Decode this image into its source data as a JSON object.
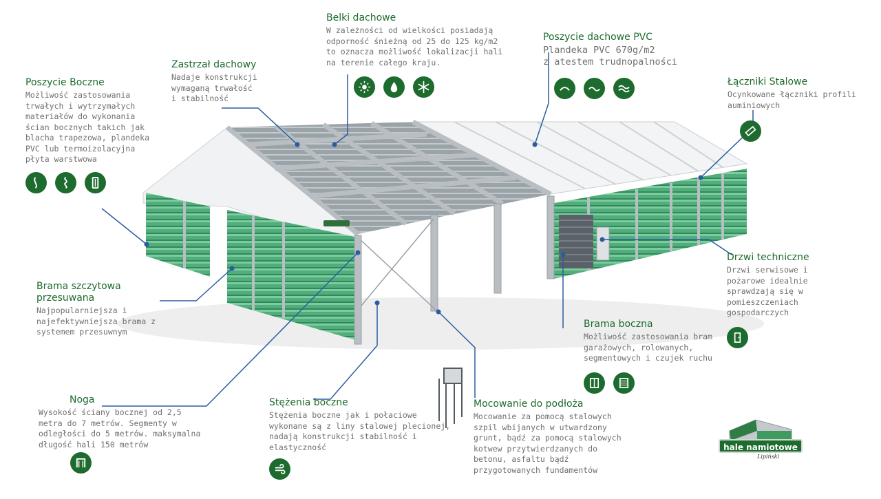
{
  "annotations": {
    "poszycie_boczne": {
      "title": "Poszycie Boczne",
      "desc": "Możliwość zastosowania\ntrwałych i wytrzymałych\nmateriałów do wykonania\nścian bocznych takich jak\nblacha trapezowa, plandeka\nPVC lub termoizolacyjna\npłyta warstwowa",
      "icons": [
        "sinus-wave-icon",
        "spring-icon",
        "sandwich-panel-icon"
      ]
    },
    "zastrzal": {
      "title": "Zastrzał dachowy",
      "desc": "Nadaje konstrukcji\nwymaganą trwałość\ni stabilność"
    },
    "belki": {
      "title": "Belki dachowe",
      "desc": "W zależności od wielkości posiadają\nodporność śnieżną od 25 do 125 kg/m2\nto oznacza możliwość lokalizacji hali\nna terenie całego kraju.",
      "icons": [
        "sun-icon",
        "water-drop-icon",
        "snowflake-icon"
      ]
    },
    "poszycie_dachowe": {
      "title": "Poszycie dachowe PVC",
      "desc": "Plandeka PVC 670g/m2\nz atestem trudnopalności",
      "icons": [
        "arch-roof-icon",
        "wave-roof-icon",
        "double-wave-icon"
      ]
    },
    "laczniki": {
      "title": "Łączniki Stalowe",
      "desc": "Ocynkowane łączniki profili\nauminiowych",
      "icons": [
        "ruler-icon"
      ]
    },
    "drzwi": {
      "title": "Drzwi techniczne",
      "desc": "Drzwi serwisowe i\npożarowe idealnie\nsprawdzają się w\npomieszczeniach\ngospodarczych",
      "icons": [
        "door-icon"
      ]
    },
    "brama_szczytowa": {
      "title": "Brama szczytowa\nprzesuwana",
      "desc": "Najpopularniejsza i\nnajefektywniejsza brama z\nsystemem przesuwnym"
    },
    "brama_boczna": {
      "title": "Brama boczna",
      "desc": "Możliwość zastosowania bram\ngarażowych, rolowanych,\nsegmentowych i czujek ruchu",
      "icons": [
        "sliding-door-icon",
        "roller-door-icon"
      ]
    },
    "noga": {
      "title": "Noga",
      "desc": "Wysokość ściany bocznej od 2,5\nmetra do 7 metrów. Segmenty w\nodległości do 5 metrów. maksymalna\ndługość hali 150 metrów",
      "icons": [
        "frame-leg-icon"
      ]
    },
    "stezenia": {
      "title": "Stężenia boczne",
      "desc": "Stężenia boczne jak i połaciowe\nwykonane są z liny stalowej plecionej,\nnadają konstrukcji stabilność i\nelastyczność",
      "icons": [
        "wind-icon"
      ]
    },
    "mocowanie": {
      "title": "Mocowanie do podłoża",
      "desc": "Mocowanie za pomocą stalowych\nszpil wbijanych w utwardzony\ngrunt, bądź za pomocą stalowych\nkotwew przytwierdzanych do\nbetonu, asfaltu bądź\nprzygotowanych fundamentów"
    }
  },
  "logo": {
    "text": "hale namiotowe",
    "script": "Lipiński"
  },
  "colors": {
    "brand_green": "#1d6b2e",
    "wall_green": "#4bb07a",
    "leader_blue": "#2a5d9f",
    "frame_grey": "#9aa0a6"
  }
}
